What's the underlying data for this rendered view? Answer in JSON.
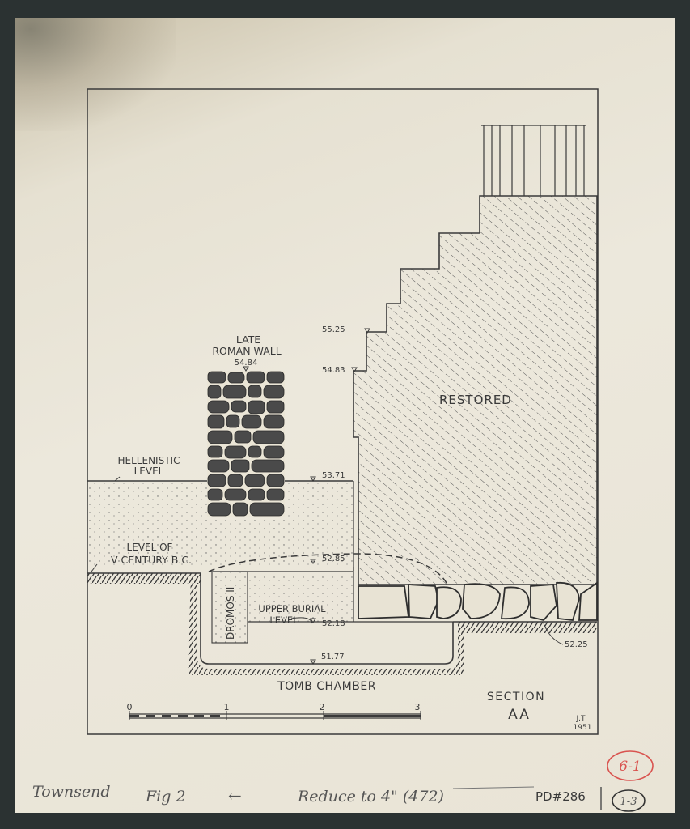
{
  "labels": {
    "late_roman_wall_1": "LATE",
    "late_roman_wall_2": "ROMAN WALL",
    "hellenistic_1": "HELLENISTIC",
    "hellenistic_2": "LEVEL",
    "level_of_1": "LEVEL OF",
    "level_of_2": "V CENTURY B.C.",
    "restored": "RESTORED",
    "dromos": "DROMOS II",
    "upper_burial_1": "UPPER BURIAL",
    "upper_burial_2": "LEVEL",
    "tomb_chamber": "TOMB CHAMBER",
    "section_1": "SECTION",
    "section_2": "AA",
    "initials_1": "J.T",
    "initials_2": "1951"
  },
  "elevations": {
    "e5525": "55.25",
    "e5483": "54.83",
    "e5484": "54.84",
    "e5371": "53.71",
    "e5285": "52.85",
    "e5218": "52.18",
    "e5177": "51.77",
    "e5225": "52.25"
  },
  "scale": {
    "s0": "0",
    "s1": "1",
    "s2": "2",
    "s3": "3"
  },
  "annotations": {
    "author": "Townsend",
    "fig": "Fig 2",
    "arrow": "←",
    "reduce": "Reduce to 4\" (472)",
    "pd": "PD#286",
    "red_mark": "6-1",
    "circle_mark": "1-3"
  },
  "colors": {
    "ink": "#3a3a3a",
    "paper": "#ebe7da",
    "red_mark": "#d9534f"
  }
}
